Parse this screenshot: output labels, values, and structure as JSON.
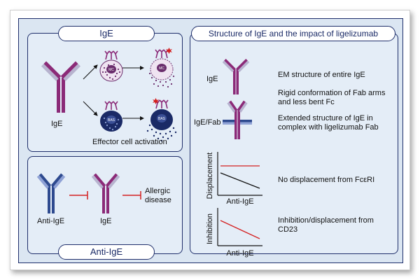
{
  "ige_panel": {
    "title": "IgE",
    "ige_label": "IgE",
    "caption": "Effector cell activation",
    "cells": [
      "MC",
      "MC",
      "BAS",
      "BAS"
    ]
  },
  "anti_panel": {
    "title": "Anti-IgE",
    "anti_label": "Anti-IgE",
    "ige_label": "IgE",
    "outcome_line1": "Allergic",
    "outcome_line2": "disease"
  },
  "structure_panel": {
    "title": "Structure of IgE and the impact of ligelizumab",
    "rows": [
      {
        "label": "IgE",
        "text": "EM structure of entire IgE"
      },
      {
        "label": "",
        "text": "Rigid conformation of Fab arms and less bent Fc"
      },
      {
        "label": "IgE/Fab",
        "text": "Extended structure of IgE in complex with ligelizumab Fab"
      },
      {
        "label": "",
        "text": "No displacement from FcεRI"
      },
      {
        "label": "",
        "text": "Inhibition/displacement from CD23"
      }
    ],
    "graphs": [
      {
        "ylabel": "Displacement",
        "xlabel": "Anti-IgE"
      },
      {
        "ylabel": "Inhibition",
        "xlabel": "Anti-IgE"
      }
    ]
  },
  "colors": {
    "frame_fill": "#dbe6f2",
    "panel_fill": "#e4edf7",
    "border": "#1f2f6b",
    "ige_purple": "#8b2a78",
    "ige_light": "#b7b3cf",
    "anti_blue": "#2e4a8f",
    "inhibit_red": "#d42020",
    "cell_mc": "#6a2d6c",
    "cell_bas": "#1a2a66"
  }
}
